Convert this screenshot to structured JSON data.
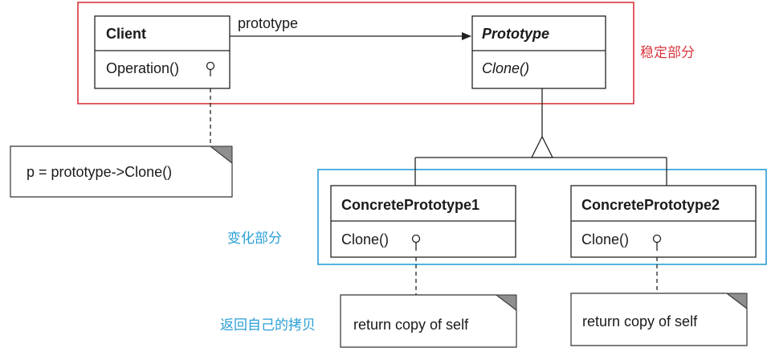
{
  "regions": {
    "stable_label": "稳定部分",
    "change_label": "变化部分",
    "return_label": "返回自己的拷贝"
  },
  "colors": {
    "stable_region": "#d9363e",
    "change_region": "#2a9fd6"
  },
  "classes": {
    "client": {
      "name": "Client",
      "operation": "Operation()"
    },
    "prototype": {
      "name": "Prototype",
      "operation": "Clone()"
    },
    "concrete1": {
      "name": "ConcretePrototype1",
      "operation": "Clone()"
    },
    "concrete2": {
      "name": "ConcretePrototype2",
      "operation": "Clone()"
    }
  },
  "associations": {
    "client_prototype": "prototype"
  },
  "notes": {
    "client_note": "p = prototype->Clone()",
    "concrete1_note": "return copy of self",
    "concrete2_note": "return copy of self"
  }
}
